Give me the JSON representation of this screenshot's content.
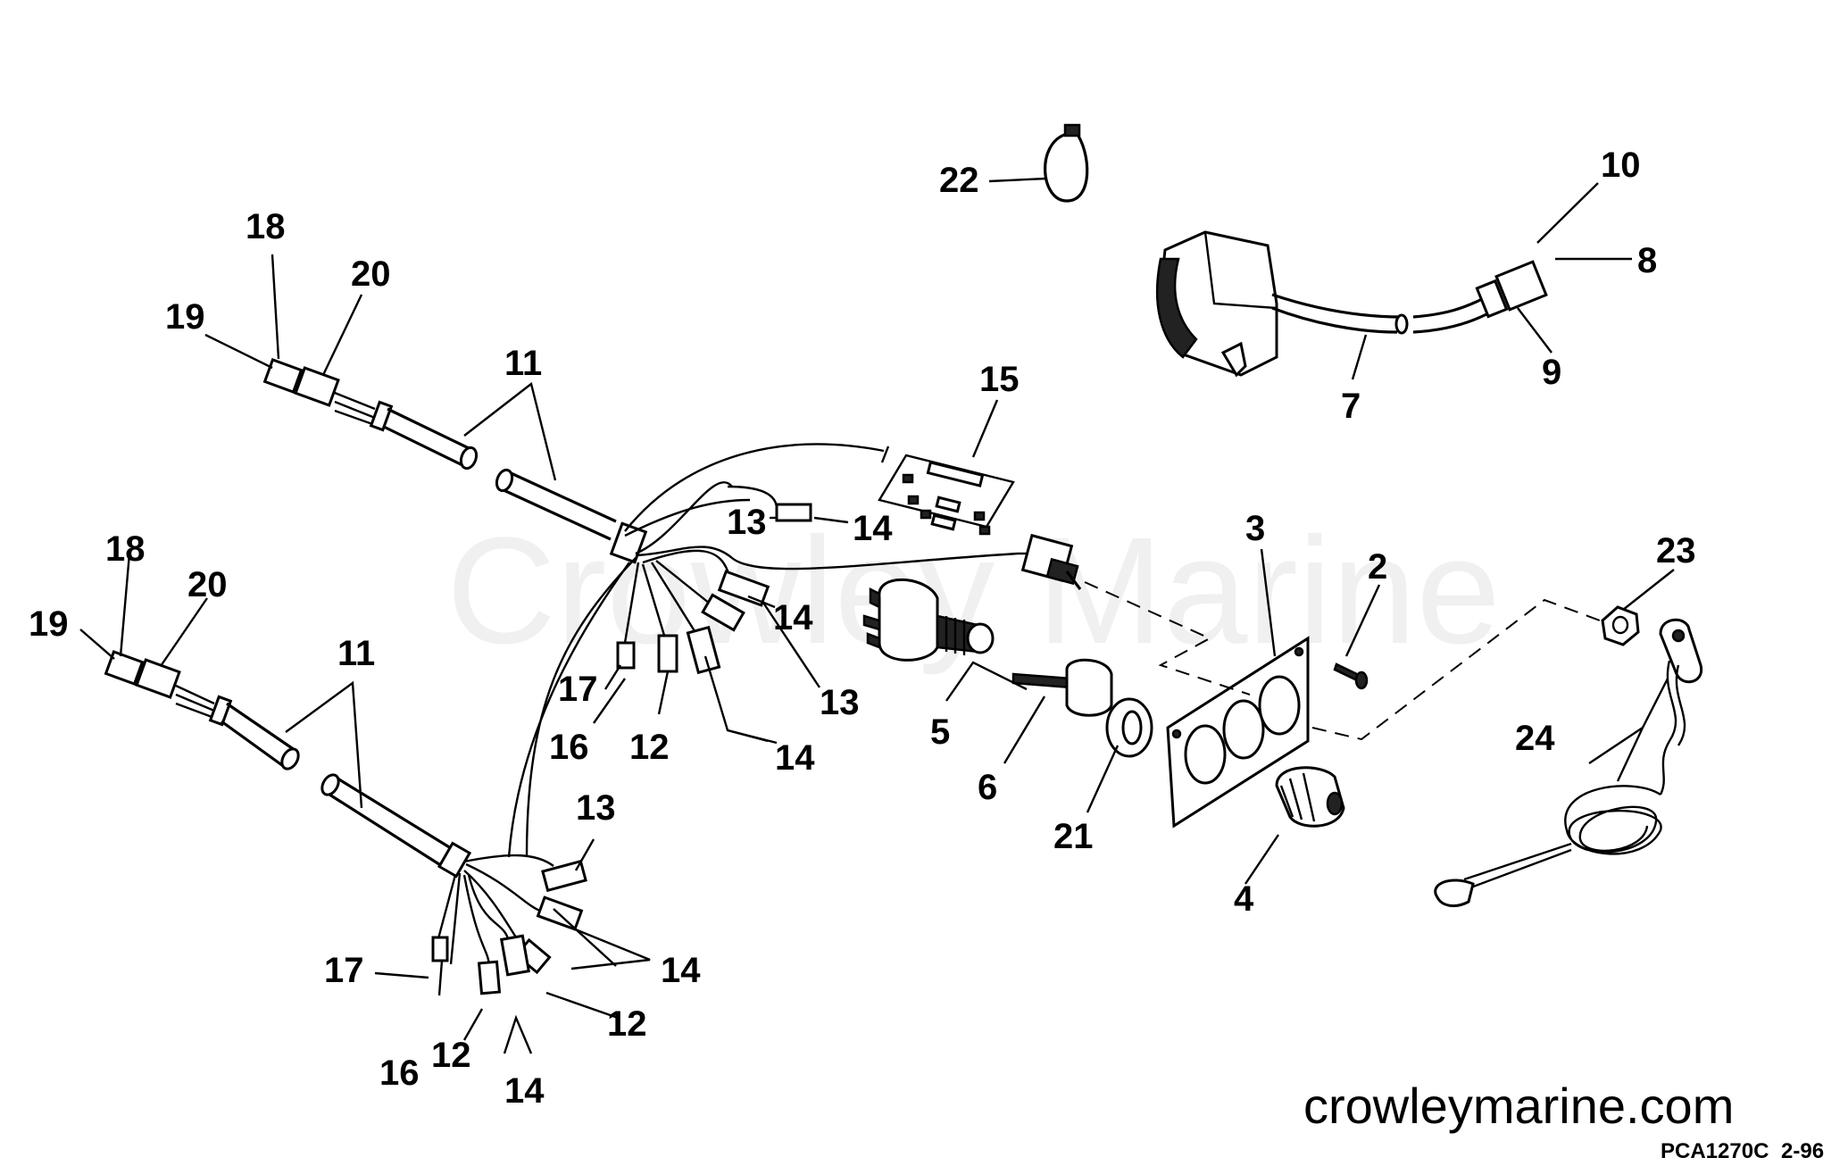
{
  "watermark_text": "Crowley Marine",
  "site_url": "crowleymarine.com",
  "catalog_code": "PCA1270C",
  "revision_date": "2-96",
  "callouts": [
    {
      "id": "c22",
      "label": "22"
    },
    {
      "id": "c10",
      "label": "10"
    },
    {
      "id": "c8",
      "label": "8"
    },
    {
      "id": "c9",
      "label": "9"
    },
    {
      "id": "c7",
      "label": "7"
    },
    {
      "id": "c18a",
      "label": "18"
    },
    {
      "id": "c20a",
      "label": "20"
    },
    {
      "id": "c19a",
      "label": "19"
    },
    {
      "id": "c11a",
      "label": "11"
    },
    {
      "id": "c15",
      "label": "15"
    },
    {
      "id": "c13a",
      "label": "13"
    },
    {
      "id": "c14a",
      "label": "14"
    },
    {
      "id": "c3",
      "label": "3"
    },
    {
      "id": "c2",
      "label": "2"
    },
    {
      "id": "c23",
      "label": "23"
    },
    {
      "id": "c14b",
      "label": "14"
    },
    {
      "id": "c13b",
      "label": "13"
    },
    {
      "id": "c17a",
      "label": "17"
    },
    {
      "id": "c16a",
      "label": "16"
    },
    {
      "id": "c12a",
      "label": "12"
    },
    {
      "id": "c14c",
      "label": "14"
    },
    {
      "id": "c5",
      "label": "5"
    },
    {
      "id": "c6",
      "label": "6"
    },
    {
      "id": "c21",
      "label": "21"
    },
    {
      "id": "c24",
      "label": "24"
    },
    {
      "id": "c4",
      "label": "4"
    },
    {
      "id": "c18b",
      "label": "18"
    },
    {
      "id": "c20b",
      "label": "20"
    },
    {
      "id": "c19b",
      "label": "19"
    },
    {
      "id": "c11b",
      "label": "11"
    },
    {
      "id": "c13c",
      "label": "13"
    },
    {
      "id": "c14d",
      "label": "14"
    },
    {
      "id": "c17b",
      "label": "17"
    },
    {
      "id": "c12b",
      "label": "12"
    },
    {
      "id": "c12c",
      "label": "12"
    },
    {
      "id": "c16b",
      "label": "16"
    },
    {
      "id": "c14e",
      "label": "14"
    }
  ]
}
